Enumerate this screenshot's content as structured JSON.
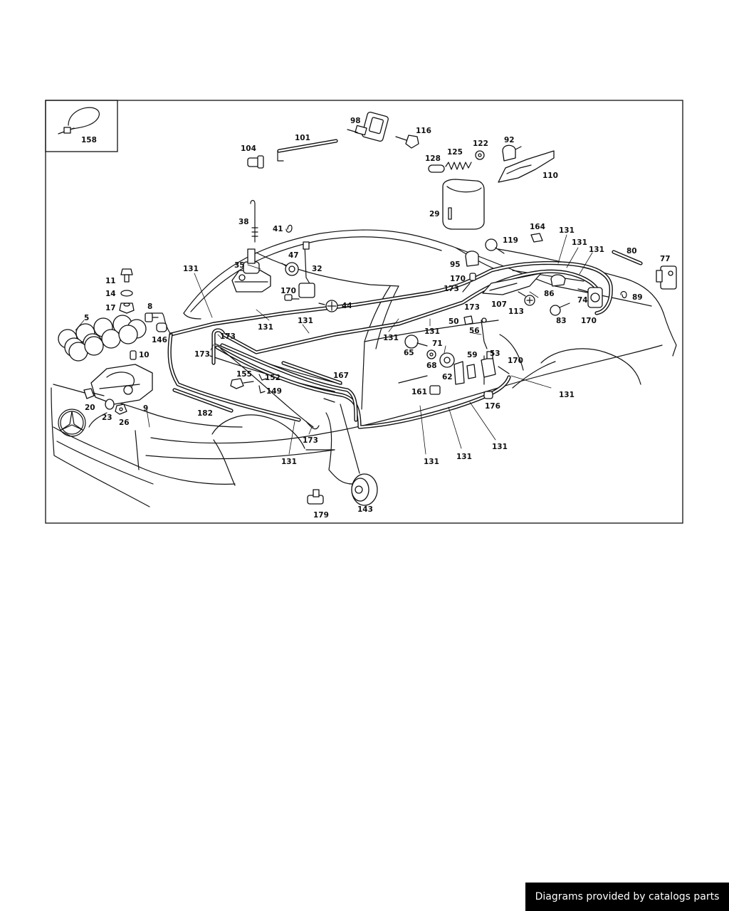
{
  "labels": {
    "l158": "158",
    "l98": "98",
    "l101": "101",
    "l116": "116",
    "l104": "104",
    "l122": "122",
    "l125": "125",
    "l128": "128",
    "l92": "92",
    "l110": "110",
    "l29": "29",
    "l38": "38",
    "l41": "41",
    "l164": "164",
    "l131a": "131",
    "l131b": "131",
    "l131c": "131",
    "l119": "119",
    "l80": "80",
    "l77": "77",
    "l35": "35",
    "l47": "47",
    "l32": "32",
    "l95": "95",
    "l131d": "131",
    "l170a": "170",
    "l170b": "170",
    "l173a": "173",
    "l86": "86",
    "l89": "89",
    "l74": "74",
    "l11": "11",
    "l14": "14",
    "l17": "17",
    "l44": "44",
    "l107": "107",
    "l113": "113",
    "l173b": "173",
    "l83": "83",
    "l170c": "170",
    "l8": "8",
    "l5": "5",
    "l146": "146",
    "l131e": "131",
    "l131f": "131",
    "l50": "50",
    "l56": "56",
    "l173c": "173",
    "l131g": "131",
    "l131h": "131",
    "l71": "71",
    "l65": "65",
    "l10": "10",
    "l173d": "173",
    "l59": "59",
    "l53": "53",
    "l170d": "170",
    "l68": "68",
    "l62": "62",
    "l167": "167",
    "l155": "155",
    "l152": "152",
    "l149": "149",
    "l161": "161",
    "l131i": "131",
    "l20": "20",
    "l9": "9",
    "l176": "176",
    "l23": "23",
    "l26": "26",
    "l182": "182",
    "l173e": "173",
    "l131j": "131",
    "l131k": "131",
    "l131l": "131",
    "l131m": "131",
    "l179": "179",
    "l143": "143"
  },
  "watermark": "Diagrams provided by catalogs parts"
}
